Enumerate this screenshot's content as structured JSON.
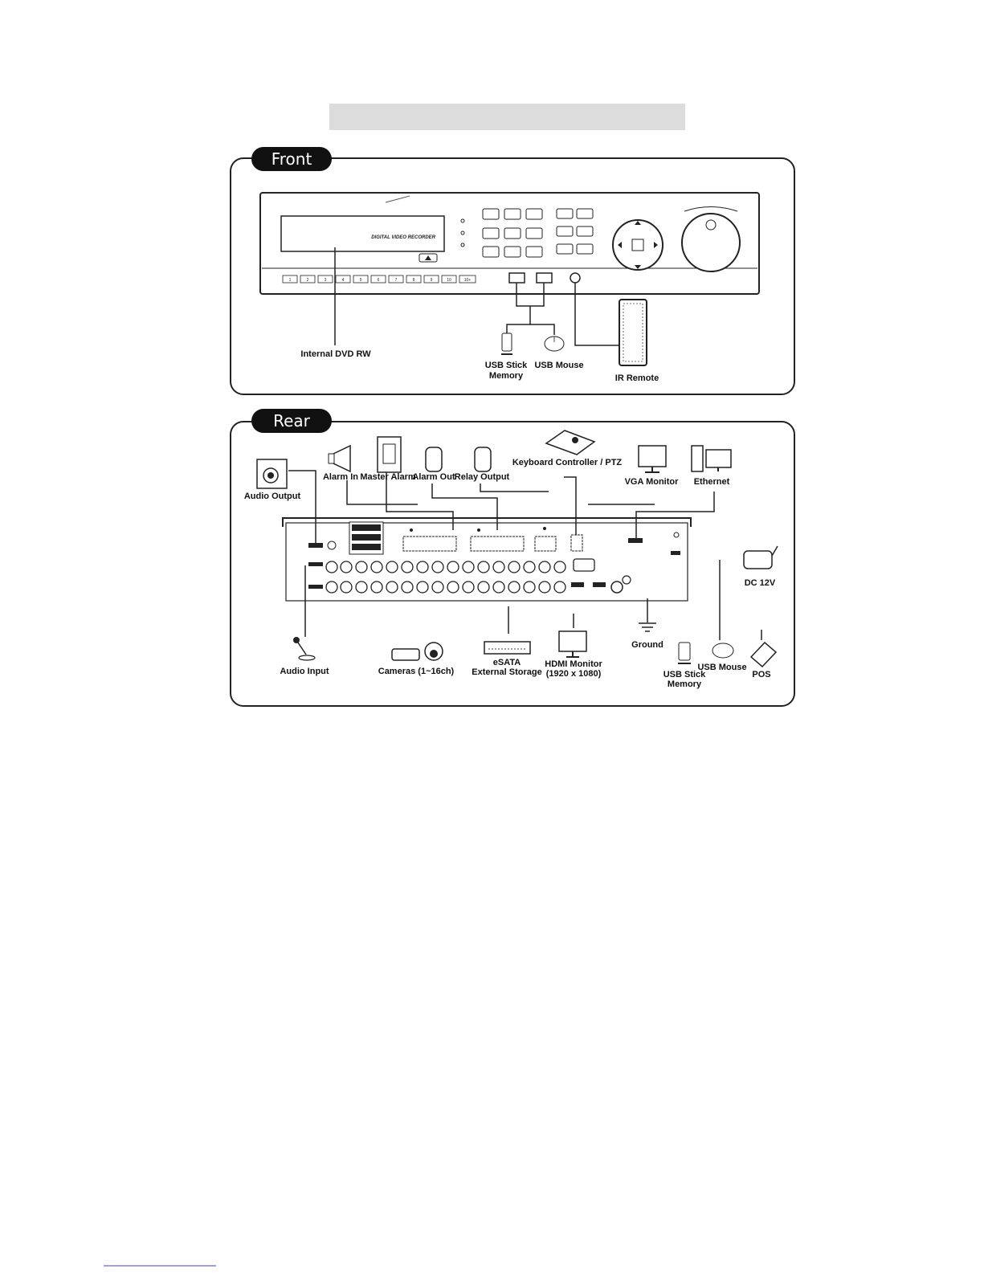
{
  "front": {
    "tab_label": "Front",
    "panel_text": "DIGITAL VIDEO RECORDER",
    "channel_buttons": [
      "1",
      "2",
      "3",
      "4",
      "5",
      "6",
      "7",
      "8",
      "9",
      "10",
      "10+"
    ],
    "labels": {
      "dvd": "Internal DVD RW",
      "usb_stick_line1": "USB Stick",
      "usb_stick_line2": "Memory",
      "usb_mouse": "USB Mouse",
      "ir_remote": "IR Remote"
    }
  },
  "rear": {
    "tab_label": "Rear",
    "labels": {
      "audio_output": "Audio Output",
      "alarm_in": "Alarm In",
      "master_alarm": "Master Alarm",
      "alarm_out": "Alarm Out",
      "relay_output": "Relay Output",
      "keyboard": "Keyboard Controller / PTZ",
      "vga": "VGA Monitor",
      "ethernet": "Ethernet",
      "dc": "DC 12V",
      "audio_input": "Audio Input",
      "cameras": "Cameras (1~16ch)",
      "esata_line1": "eSATA",
      "esata_line2": "External Storage",
      "hdmi_line1": "HDMI Monitor",
      "hdmi_line2": "(1920 x 1080)",
      "ground": "Ground",
      "usb_stick_line1": "USB Stick",
      "usb_stick_line2": "Memory",
      "usb_mouse": "USB Mouse",
      "pos": "POS"
    }
  }
}
